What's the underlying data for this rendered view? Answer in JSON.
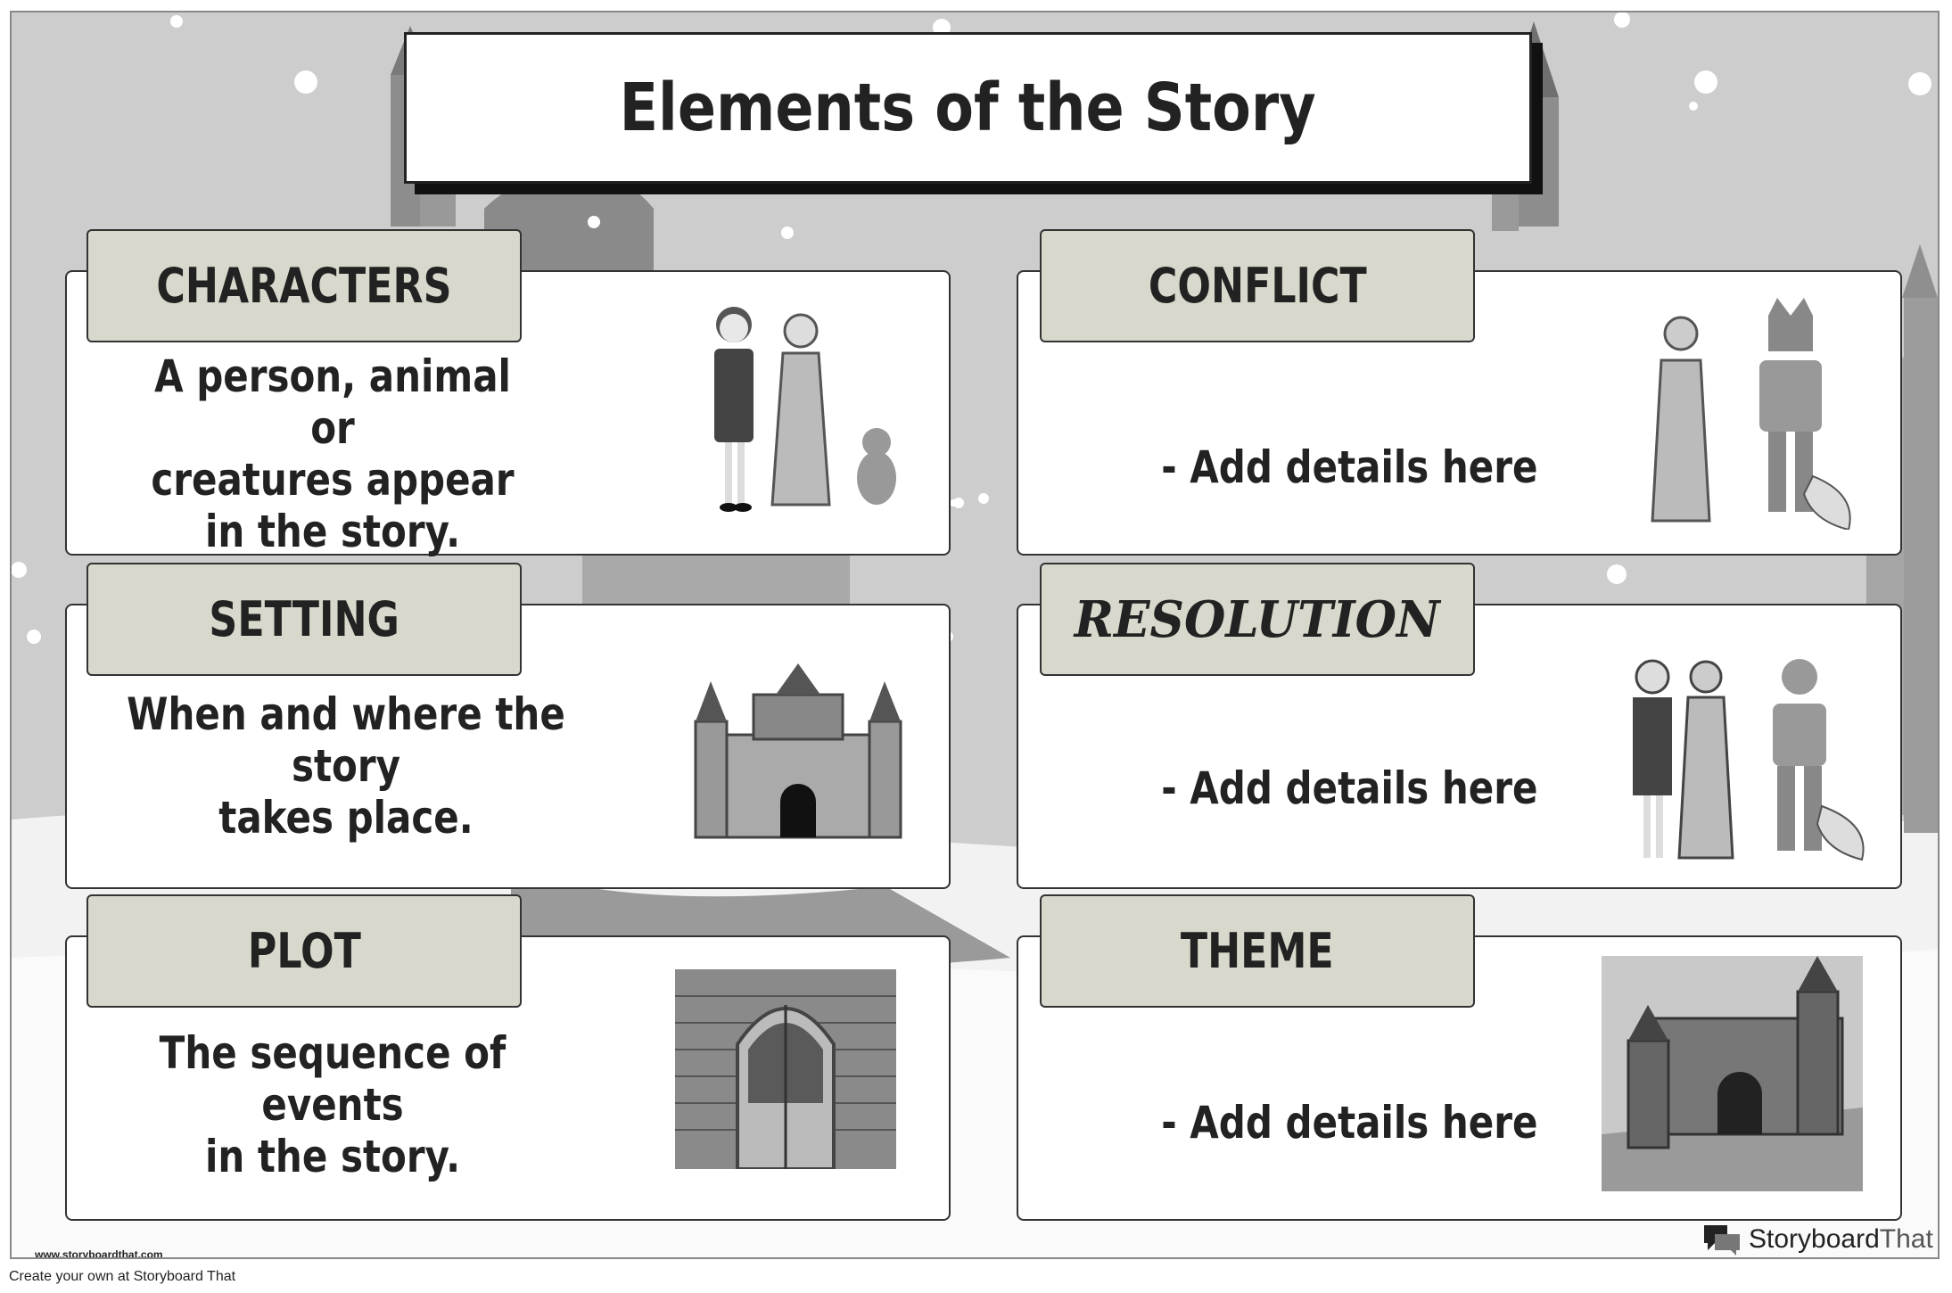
{
  "title": "Elements of the Story",
  "cards": [
    {
      "key": "characters",
      "label": "CHARACTERS",
      "description": "A person, animal or\ncreatures appear\nin the story.",
      "icon": "characters-illustration"
    },
    {
      "key": "conflict",
      "label": "CONFLICT",
      "description": "- Add details here",
      "icon": "conflict-illustration"
    },
    {
      "key": "setting",
      "label": "SETTING",
      "description": "When and where the story\ntakes place.",
      "icon": "castle-illustration"
    },
    {
      "key": "resolution",
      "label": "RESOLUTION",
      "description": "- Add details here",
      "icon": "resolution-illustration"
    },
    {
      "key": "plot",
      "label": "PLOT",
      "description": "The sequence of events\nin the story.",
      "icon": "door-illustration"
    },
    {
      "key": "theme",
      "label": "THEME",
      "description": "- Add details here",
      "icon": "fortress-illustration"
    }
  ],
  "footer": {
    "url": "www.storyboardthat.com",
    "brand_first": "Storyboard",
    "brand_second": "That",
    "credit": "Create your own at Storyboard That"
  },
  "colors": {
    "tab": "#d9d8cc",
    "background": "#cfcfcf",
    "text": "#222222"
  }
}
